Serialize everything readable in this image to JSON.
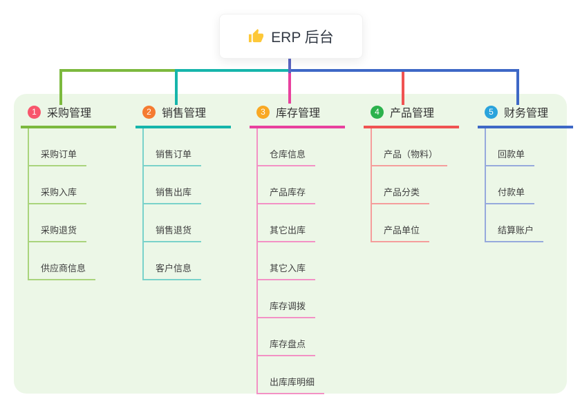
{
  "root": {
    "title": "ERP 后台",
    "icon": "thumbs-up-icon"
  },
  "colors": {
    "panel_bg": "#ecf7e7",
    "root_stem": "#5b65c2",
    "thumb_yellow": "#fdc838",
    "b1_main": "#7cb93e",
    "b1_light": "#a9d47c",
    "b1_badge": "#f8566c",
    "b2_main": "#16b5ab",
    "b2_light": "#79d2ca",
    "b2_badge": "#f57b31",
    "b3_main": "#e8419e",
    "b3_light": "#f391c5",
    "b3_badge": "#f9a823",
    "b4_main": "#f05352",
    "b4_light": "#f59d9b",
    "b4_badge": "#2bb24c",
    "b5_main": "#3e68c6",
    "b5_light": "#96a9dc",
    "b5_badge": "#2aa3dc"
  },
  "branches": [
    {
      "number": "1",
      "label": "采购管理",
      "children": [
        "采购订单",
        "采购入库",
        "采购退货",
        "供应商信息"
      ]
    },
    {
      "number": "2",
      "label": "销售管理",
      "children": [
        "销售订单",
        "销售出库",
        "销售退货",
        "客户信息"
      ]
    },
    {
      "number": "3",
      "label": "库存管理",
      "children": [
        "仓库信息",
        "产品库存",
        "其它出库",
        "其它入库",
        "库存调拨",
        "库存盘点",
        "出库库明细"
      ]
    },
    {
      "number": "4",
      "label": "产品管理",
      "children": [
        "产品（物料）",
        "产品分类",
        "产品单位"
      ]
    },
    {
      "number": "5",
      "label": "财务管理",
      "children": [
        "回款单",
        "付款单",
        "结算账户"
      ]
    }
  ]
}
